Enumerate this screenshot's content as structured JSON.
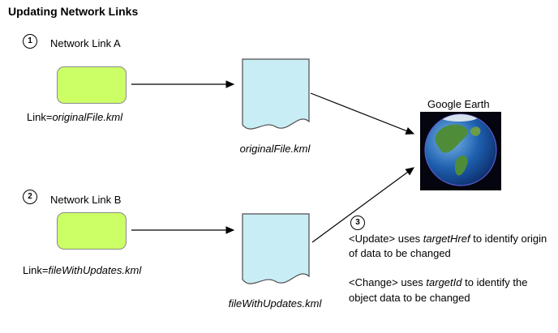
{
  "title": "Updating Network Links",
  "colors": {
    "network_link_fill": "#ccff66",
    "network_link_border": "#8a8a8a",
    "document_fill": "#c9edf5",
    "document_border": "#4d4d4d",
    "arrow": "#000000",
    "background": "#ffffff"
  },
  "network_link_a": {
    "step": "1",
    "title": "Network Link A",
    "link_prefix": "Link=",
    "link_file": "originalFile.kml"
  },
  "network_link_b": {
    "step": "2",
    "title": "Network Link B",
    "link_prefix": "Link=",
    "link_file": "fileWithUpdates.kml"
  },
  "documents": {
    "original": {
      "label": "originalFile.kml"
    },
    "updates": {
      "label": "fileWithUpdates.kml"
    }
  },
  "google_earth": {
    "label": "Google Earth"
  },
  "note": {
    "step": "3",
    "update": {
      "prefix": "<Update> uses ",
      "em": "targetHref",
      "suffix": " to identify origin of data to be changed"
    },
    "change": {
      "prefix": "<Change> uses ",
      "em": "targetId",
      "suffix": " to identify the object data to be changed"
    }
  }
}
